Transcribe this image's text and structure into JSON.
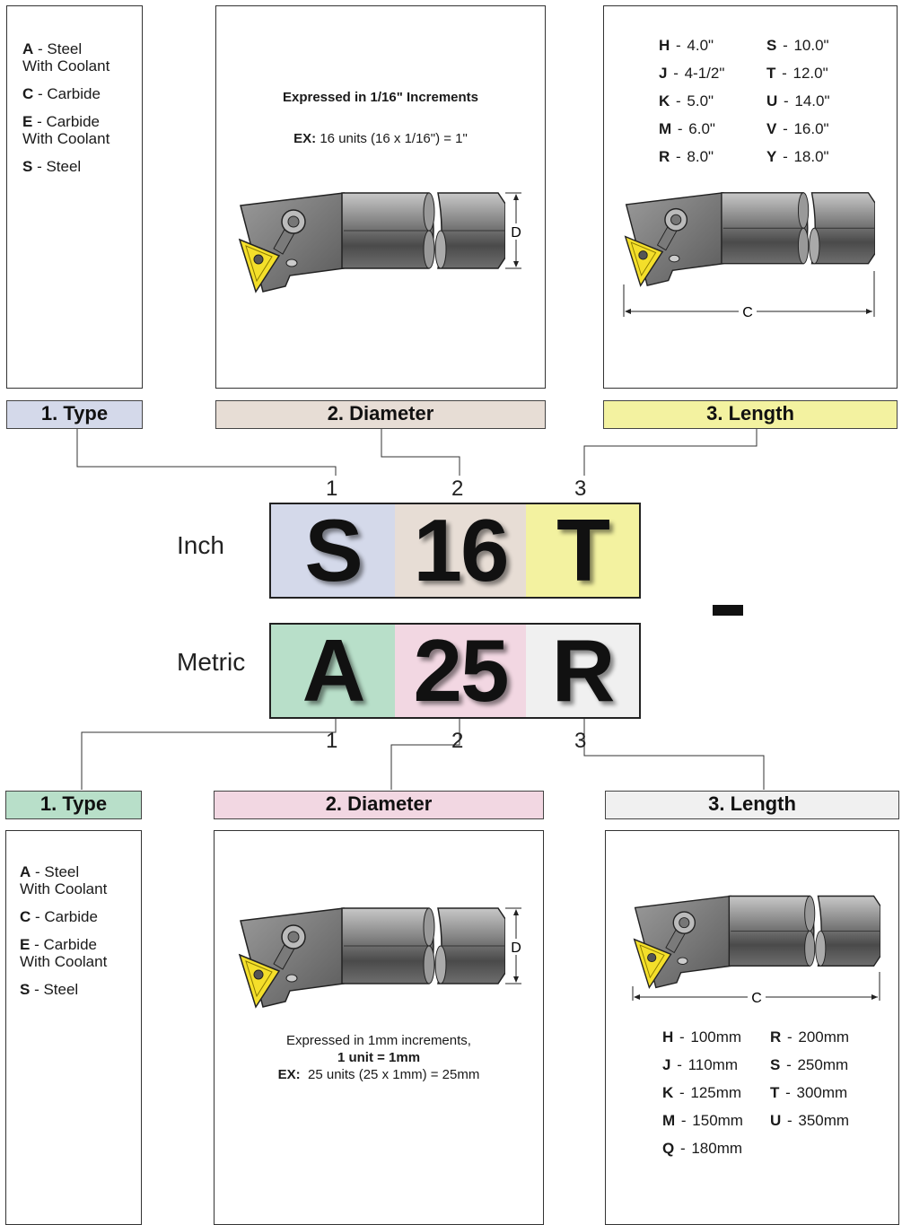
{
  "colors": {
    "type_inch": "#d4d9ea",
    "diameter_inch": "#e7ddd5",
    "length_inch": "#f3f2a0",
    "type_metric": "#b8dfc9",
    "diameter_metric": "#f2d7e2",
    "length_metric": "#f0f0f0",
    "insert": "#f4df2a"
  },
  "inch": {
    "row_label": "Inch",
    "letters": [
      "S",
      "16",
      "T"
    ],
    "positions": [
      "1",
      "2",
      "3"
    ],
    "headers": [
      "1. Type",
      "2. Diameter",
      "3. Length"
    ],
    "types": [
      {
        "code": "A",
        "desc": "Steel",
        "desc2": "With Coolant"
      },
      {
        "code": "C",
        "desc": "Carbide"
      },
      {
        "code": "E",
        "desc": "Carbide",
        "desc2": "With Coolant"
      },
      {
        "code": "S",
        "desc": "Steel"
      }
    ],
    "diameter_title": "Expressed in 1/16\" Increments",
    "diameter_ex_label": "EX:",
    "diameter_ex_text": "16 units (16 x 1/16\") = 1\"",
    "dim_label_d": "D",
    "dim_label_c": "C",
    "lengths_left": [
      {
        "code": "H",
        "val": "4.0\""
      },
      {
        "code": "J",
        "val": "4-1/2\""
      },
      {
        "code": "K",
        "val": "5.0\""
      },
      {
        "code": "M",
        "val": "6.0\""
      },
      {
        "code": "R",
        "val": "8.0\""
      }
    ],
    "lengths_right": [
      {
        "code": "S",
        "val": "10.0\""
      },
      {
        "code": "T",
        "val": "12.0\""
      },
      {
        "code": "U",
        "val": "14.0\""
      },
      {
        "code": "V",
        "val": "16.0\""
      },
      {
        "code": "Y",
        "val": "18.0\""
      }
    ]
  },
  "metric": {
    "row_label": "Metric",
    "letters": [
      "A",
      "25",
      "R"
    ],
    "positions": [
      "1",
      "2",
      "3"
    ],
    "headers": [
      "1. Type",
      "2. Diameter",
      "3. Length"
    ],
    "types": [
      {
        "code": "A",
        "desc": "Steel",
        "desc2": "With Coolant"
      },
      {
        "code": "C",
        "desc": "Carbide"
      },
      {
        "code": "E",
        "desc": "Carbide",
        "desc2": "With Coolant"
      },
      {
        "code": "S",
        "desc": "Steel"
      }
    ],
    "diameter_line1": "Expressed in 1mm increments,",
    "diameter_line2": "1 unit = 1mm",
    "diameter_ex_label": "EX:",
    "diameter_ex_text": "25 units (25 x 1mm) = 25mm",
    "dim_label_d": "D",
    "dim_label_c": "C",
    "lengths_left": [
      {
        "code": "H",
        "val": "100mm"
      },
      {
        "code": "J",
        "val": "110mm"
      },
      {
        "code": "K",
        "val": "125mm"
      },
      {
        "code": "M",
        "val": "150mm"
      },
      {
        "code": "Q",
        "val": "180mm"
      }
    ],
    "lengths_right": [
      {
        "code": "R",
        "val": "200mm"
      },
      {
        "code": "S",
        "val": "250mm"
      },
      {
        "code": "T",
        "val": "300mm"
      },
      {
        "code": "U",
        "val": "350mm"
      }
    ]
  }
}
